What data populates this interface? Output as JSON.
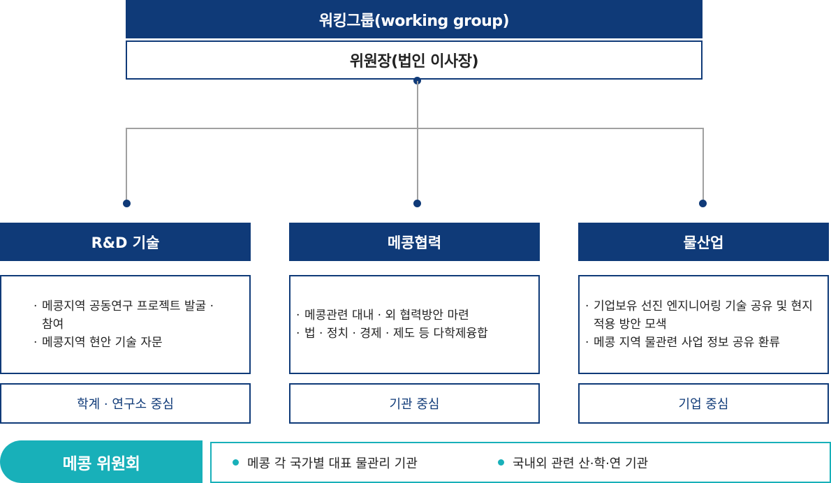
{
  "top": {
    "title": "워킹그룹(working group)",
    "chair": "위원장(법인 이사장)"
  },
  "columns": [
    {
      "heading": "R&D 기술",
      "items": [
        "메콩지역 공동연구 프로젝트 발굴 · 참여",
        "메콩지역 현안 기술 자문"
      ],
      "focus": "학계 · 연구소 중심"
    },
    {
      "heading": "메콩협력",
      "items": [
        "메콩관련 대내 · 외 협력방안 마련",
        "법 · 정치 · 경제 · 제도 등 다학제융합"
      ],
      "focus": "기관 중심"
    },
    {
      "heading": "물산업",
      "items": [
        "기업보유 선진 엔지니어링 기술 공유 및 현지 적용 방안 모색",
        "메콩 지역 물관련 사업 정보 공유 환류"
      ],
      "focus": "기업 중심"
    }
  ],
  "committee": {
    "label": "메콩 위원회",
    "members": [
      "메콩 각 국가별 대표 물관리 기관",
      "국내외 관련 산·학·연 기관"
    ]
  },
  "colors": {
    "navy": "#0f3a78",
    "teal": "#18b0b9",
    "connector": "#a0a0a0"
  }
}
